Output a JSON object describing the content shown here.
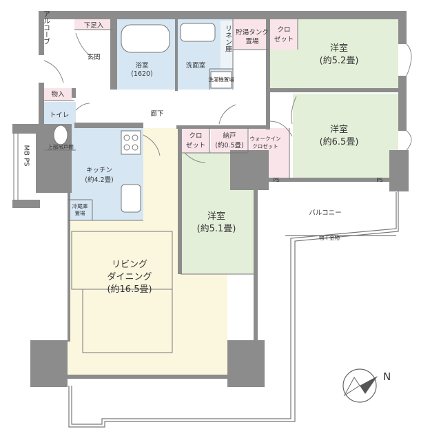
{
  "colors": {
    "wall": "#8c8c8c",
    "western_room": "#e4efd9",
    "wet_area": "#d6e6f3",
    "living": "#fbf7df",
    "storage": "#f9e4ea",
    "balcony_line": "#777777"
  },
  "rooms": {
    "alcove": "アルコーブ",
    "entrance": "玄関",
    "shoe_box": "下足入",
    "bath": "浴室",
    "bath_size": "(1620)",
    "washroom": "洗面室",
    "linen": "リネン庫",
    "washer": "洗濯機置場",
    "water_heater_line1": "貯湯タンク",
    "water_heater_line2": "置場",
    "closet_top_line1": "クロ",
    "closet_top_line2": "ゼット",
    "room_a_name": "洋室",
    "room_a_size": "(約5.2畳)",
    "storage_small": "物入",
    "toilet": "トイレ",
    "upper_cabinet": "上部吊戸棚",
    "hallway": "廊下",
    "closet_mid_line1": "クロ",
    "closet_mid_line2": "ゼット",
    "nando_line1": "納戸",
    "nando_line2": "(約0.5畳)",
    "walkin_line1": "ウォークイン",
    "walkin_line2": "クロゼット",
    "room_b_name": "洋室",
    "room_b_size": "(約6.5畳)",
    "mbps": "MB PS",
    "kitchen_name": "キッチン",
    "kitchen_size": "(約4.2畳)",
    "fridge_line1": "冷蔵庫",
    "fridge_line2": "置場",
    "ps_left": "PS",
    "ps_right": "PS",
    "balcony": "バルコニー",
    "drying_rack": "物干金物",
    "room_c_name": "洋室",
    "room_c_size": "(約5.1畳)",
    "living_line1": "リビング",
    "living_line2": "ダイニング",
    "living_size": "(約16.5畳)"
  },
  "compass": {
    "label": "N"
  }
}
